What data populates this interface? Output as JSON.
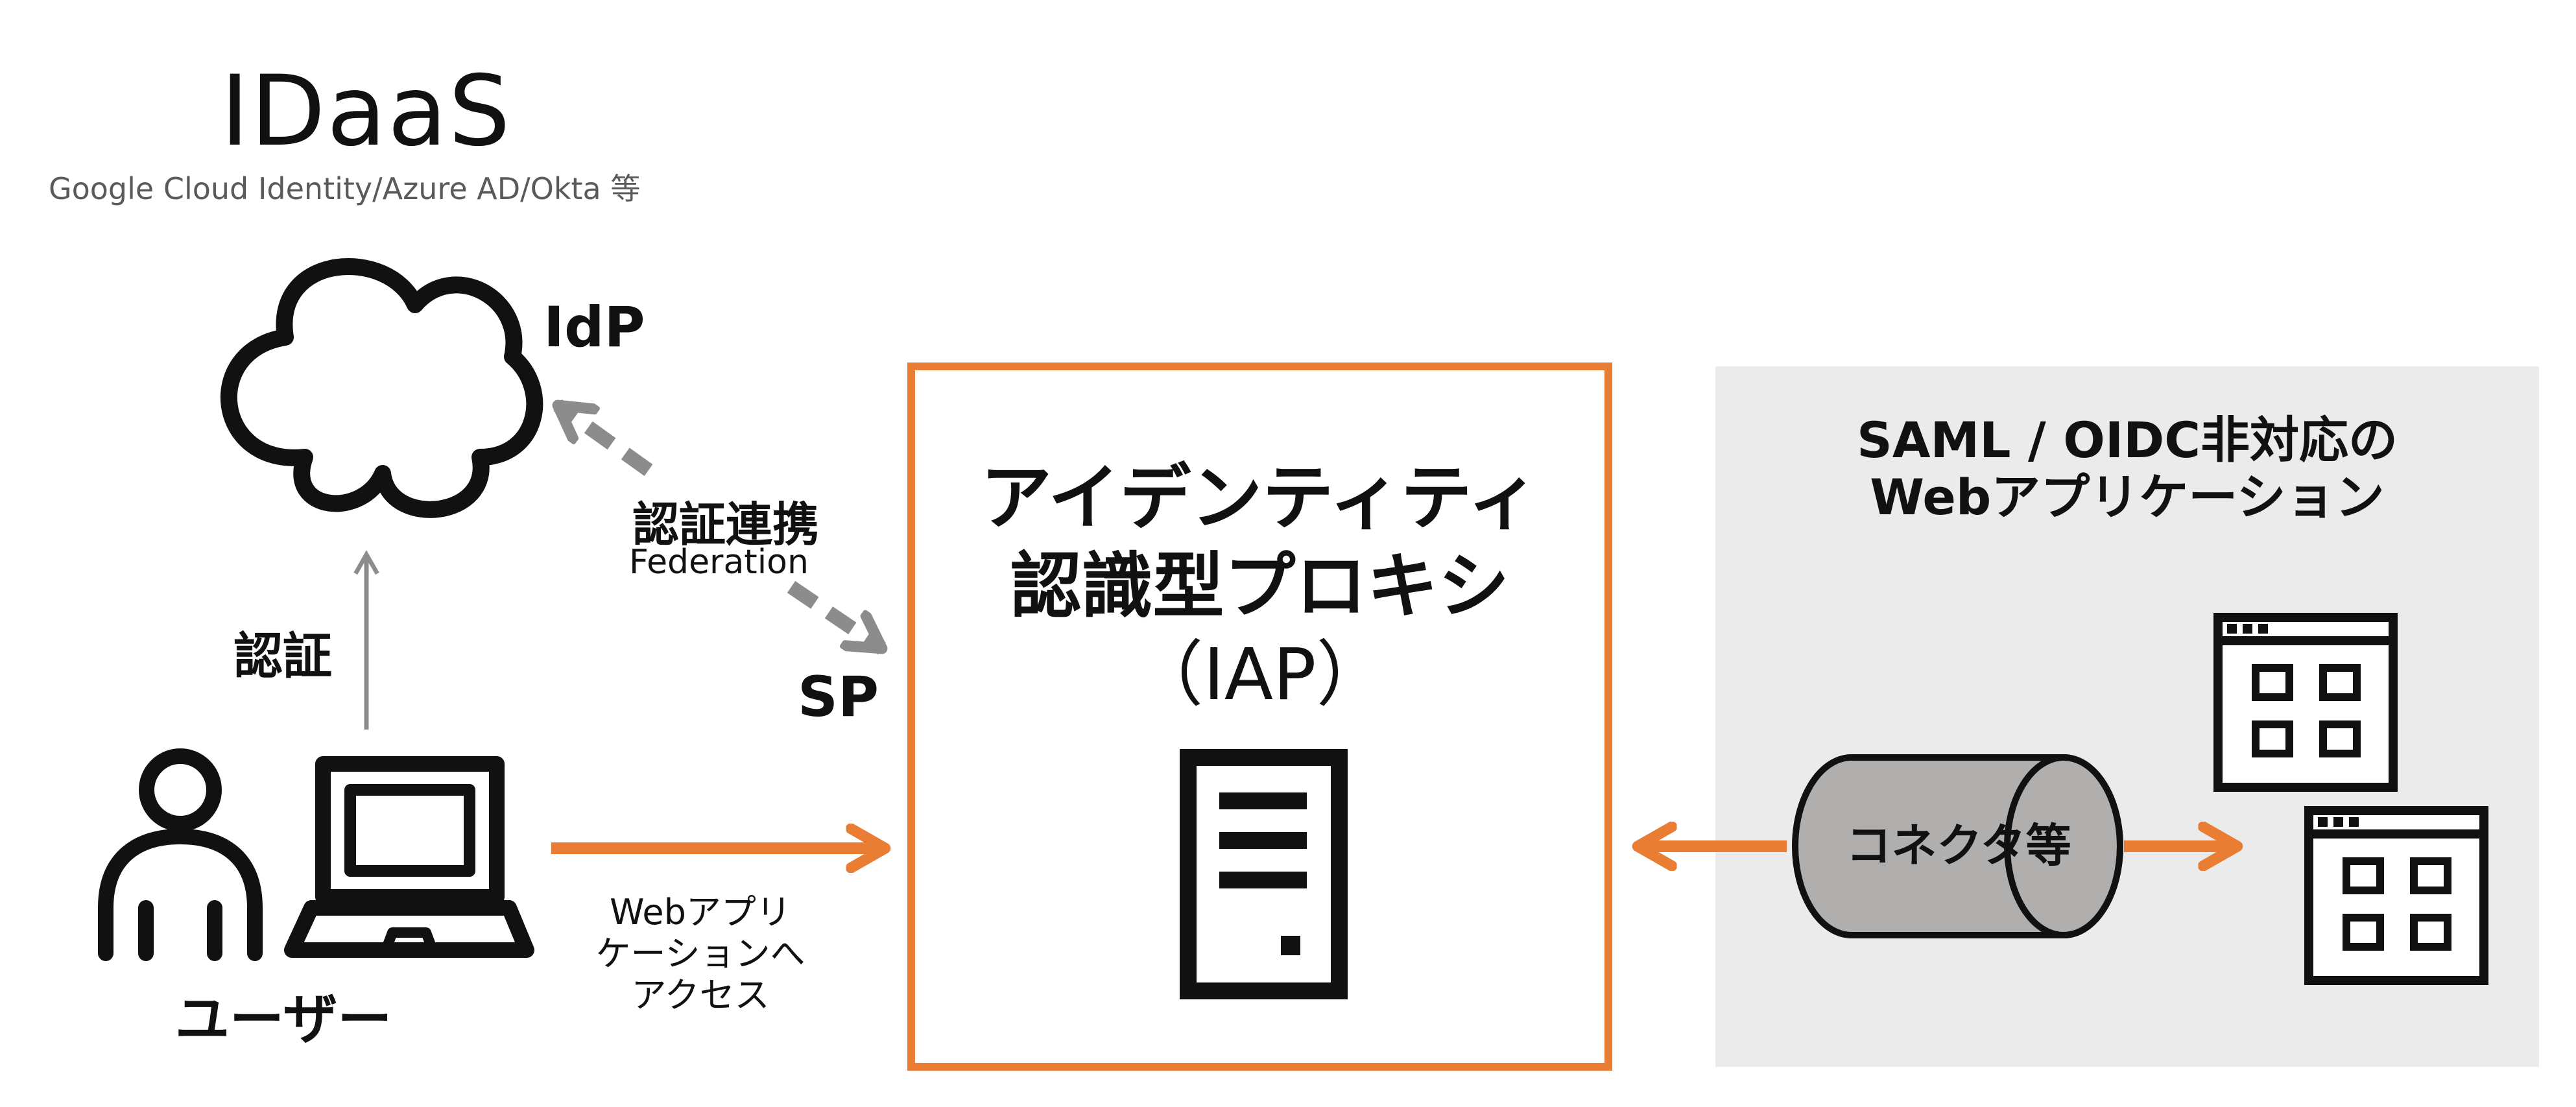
{
  "idaas": {
    "title": "IDaaS",
    "subtitle": "Google Cloud Identity/Azure AD/Okta 等"
  },
  "idp_label": "IdP",
  "sp_label": "SP",
  "federation": {
    "label_jp": "認証連携",
    "label_en": "Federation"
  },
  "auth_label": "認証",
  "user_label": "ユーザー",
  "web_access": {
    "line1": "Webアプリ",
    "line2": "ケーションへ",
    "line3": "アクセス"
  },
  "iap": {
    "line1": "アイデンティティ",
    "line2": "認識型プロキシ",
    "line3": "（IAP）"
  },
  "webapp_panel": {
    "line1": "SAML / OIDC非対応の",
    "line2": "Webアプリケーション"
  },
  "connector_label": "コネクタ等",
  "colors": {
    "accent_orange": "#e97d33",
    "federation_gray": "#8c8c8c",
    "panel_gray": "#ebebeb",
    "cylinder_gray": "#b1aeae"
  },
  "icons": [
    "cloud-icon",
    "user-icon",
    "laptop-icon",
    "server-icon",
    "app-window-icon",
    "connector-cylinder-icon"
  ]
}
